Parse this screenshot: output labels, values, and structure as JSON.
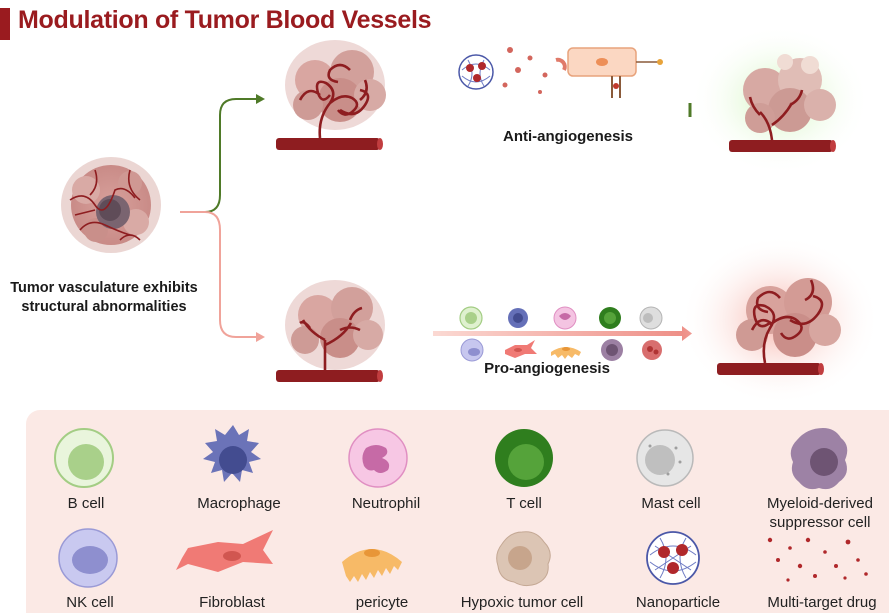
{
  "title": "Modulation of Tumor Blood Vessels",
  "left_label": "Tumor vasculature exhibits structural abnormalities",
  "anti_label": "Anti-angiogenesis",
  "pro_label": "Pro-angiogenesis",
  "colors": {
    "title": "#9a1b1f",
    "anti_arrow": "#4f7a28",
    "pro_arrow": "#f0a39a",
    "vessel": "#8e1d20",
    "legend_bg": "#fbe9e5"
  },
  "legend": {
    "b_cell": "B cell",
    "macrophage": "Macrophage",
    "neutrophil": "Neutrophil",
    "t_cell": "T cell",
    "mast_cell": "Mast cell",
    "mdsc_line1": "Myeloid-derived",
    "mdsc_line2": "suppressor cell",
    "nk_cell": "NK cell",
    "fibroblast": "Fibroblast",
    "pericyte": "pericyte",
    "hypoxic": "Hypoxic tumor cell",
    "nanoparticle": "Nanoparticle",
    "multi_target": "Multi-target drug"
  }
}
